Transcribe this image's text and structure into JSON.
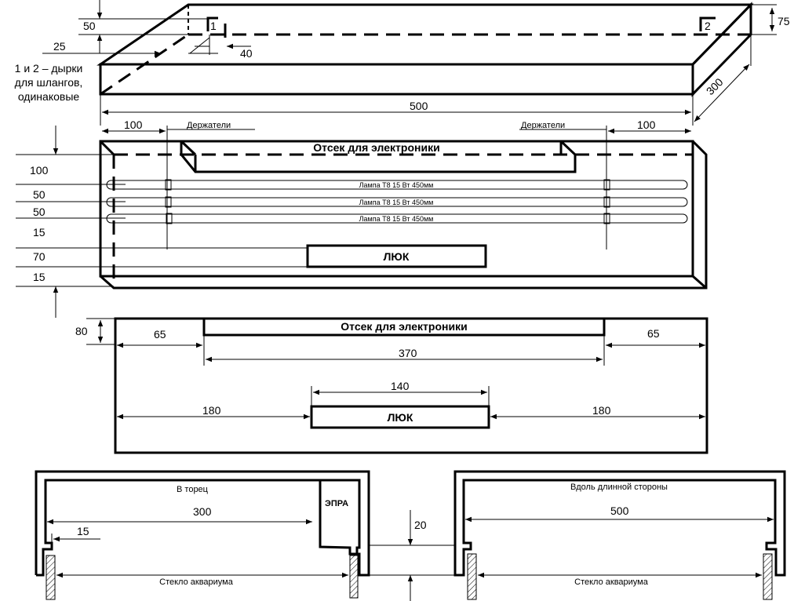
{
  "note": [
    "1 и 2 – дырки",
    "для шлангов,",
    "одинаковые"
  ],
  "top_view": {
    "hole1": "1",
    "hole2": "2",
    "dim_50": "50",
    "dim_25": "25",
    "dim_40": "40",
    "dim_75": "75",
    "dim_300": "300",
    "dim_500": "500"
  },
  "front_view": {
    "holders_left": "Держатели",
    "holders_right": "Держатели",
    "dim_left_100": "100",
    "dim_right_100": "100",
    "compartment": "Отсек для электроники",
    "lamps": [
      "Лампа Т8 15 Вт 450мм",
      "Лампа Т8 15 Вт 450мм",
      "Лампа Т8 15 Вт 450мм"
    ],
    "side_dims": [
      "100",
      "50",
      "50",
      "15",
      "70",
      "15"
    ],
    "hatch": "ЛЮК"
  },
  "plan_view": {
    "dim_80": "80",
    "dim_65_left": "65",
    "dim_65_right": "65",
    "dim_370": "370",
    "compartment": "Отсек для электроники",
    "dim_140": "140",
    "hatch": "ЛЮК",
    "dim_180_left": "180",
    "dim_180_right": "180"
  },
  "section_end": {
    "title": "В торец",
    "dim_300": "300",
    "dim_15": "15",
    "ballast": "ЭПРА",
    "glass": "Стекло аквариума",
    "dim_20": "20"
  },
  "section_long": {
    "title": "Вдоль длинной стороны",
    "dim_500": "500",
    "glass": "Стекло аквариума"
  }
}
